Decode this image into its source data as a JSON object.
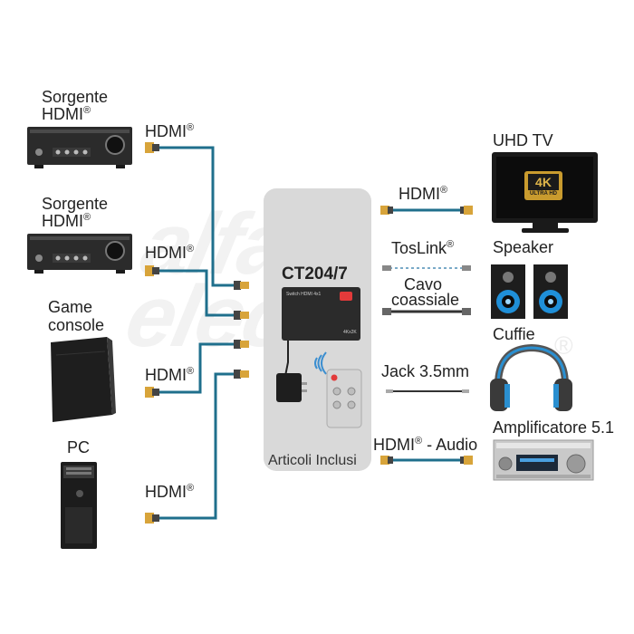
{
  "colors": {
    "cable": "#1f6f8c",
    "panel": "#d9d9d9",
    "device": "#2b2b2b",
    "silver": "#9a9a9a"
  },
  "sources": {
    "source1": {
      "line1": "Sorgente",
      "line2": "HDMI",
      "reg": "®"
    },
    "source2": {
      "line1": "Sorgente",
      "line2": "HDMI",
      "reg": "®"
    },
    "game": {
      "line1": "Game",
      "line2": "console"
    },
    "pc": {
      "line1": "PC"
    }
  },
  "inputs": {
    "hdmi1": {
      "text": "HDMI",
      "reg": "®"
    },
    "hdmi2": {
      "text": "HDMI",
      "reg": "®"
    },
    "hdmi3": {
      "text": "HDMI",
      "reg": "®"
    },
    "hdmi4": {
      "text": "HDMI",
      "reg": "®"
    }
  },
  "center": {
    "model": "CT204/7",
    "device_label": "Switch HDMI 4x1",
    "device_code": "4Kx2K",
    "footer": "Articoli Inclusi"
  },
  "outputs": {
    "hdmi": {
      "text": "HDMI",
      "reg": "®"
    },
    "toslink": {
      "text": "TosLink",
      "reg": "®"
    },
    "coax": {
      "line1": "Cavo",
      "line2": "coassiale"
    },
    "jack": {
      "text": "Jack 3.5mm"
    },
    "hdmi_audio": {
      "text": "HDMI",
      "reg": "®",
      "suffix": " - Audio"
    }
  },
  "targets": {
    "tv": {
      "text": "UHD TV",
      "badge_top": "4K",
      "badge_bottom": "ULTRA HD"
    },
    "speaker": {
      "text": "Speaker"
    },
    "cuffie": {
      "text": "Cuffie"
    },
    "amp": {
      "text": "Amplificatore 5.1"
    }
  },
  "watermark": {
    "reg": "®"
  }
}
